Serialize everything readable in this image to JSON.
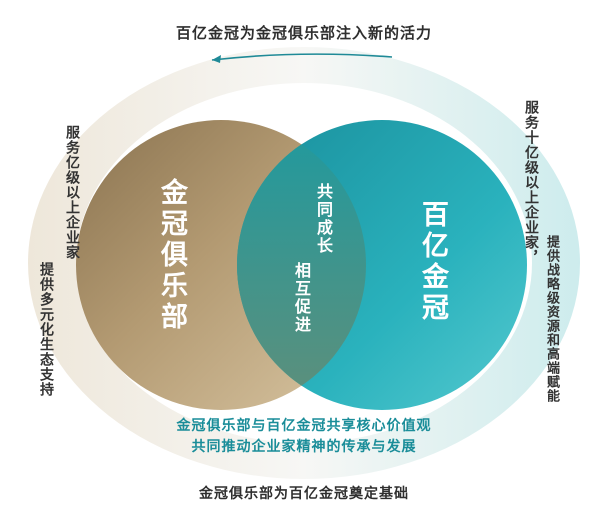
{
  "top_caption": "百亿金冠为金冠俱乐部注入新的活力",
  "bottom_caption": "金冠俱乐部为百亿金冠奠定基础",
  "left_circle_label": "金冠俱乐部",
  "right_circle_label": "百亿金冠",
  "center_label_col1": "共同成长",
  "center_label_col2": "相互促进",
  "mid_caption_line1": "金冠俱乐部与百亿金冠共享核心价值观",
  "mid_caption_line2": "共同推动企业家精神的传承与发展",
  "left_side_col1": "服务亿级以上企业家",
  "left_side_col2": "提供多元化生态支持",
  "right_side_col1": "服务十亿级以上企业家，",
  "right_side_col2": "提供战略级资源和高端赋能",
  "colors": {
    "gold": "#b39a72",
    "teal": "#2ab2bd",
    "ring_left": "#efe8dc",
    "ring_right": "#dff2f3",
    "arrow": "#1f8a97"
  }
}
